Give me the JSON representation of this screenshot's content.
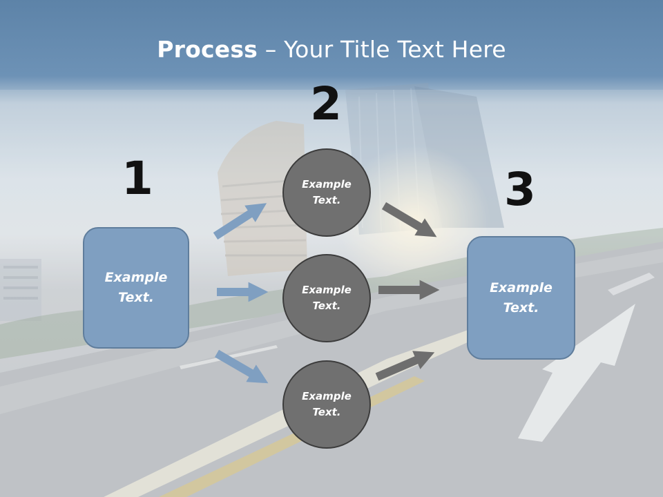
{
  "title": {
    "bold": "Process",
    "rest": " – Your Title Text Here"
  },
  "steps": [
    {
      "number": "1"
    },
    {
      "number": "2"
    },
    {
      "number": "3"
    }
  ],
  "left_box": {
    "text": "Example Text."
  },
  "circles": [
    {
      "text": "Example Text."
    },
    {
      "text": "Example Text."
    },
    {
      "text": "Example Text."
    }
  ],
  "right_box": {
    "text": "Example Text."
  },
  "colors": {
    "box_fill": "#7f9fc1",
    "box_border": "#5f7d9c",
    "circle_fill": "#707070",
    "circle_border": "#3c3c3c",
    "arrow_blue": "#7f9fc1",
    "arrow_gray": "#6e6e6e",
    "header_blue": "#5d83a8"
  }
}
